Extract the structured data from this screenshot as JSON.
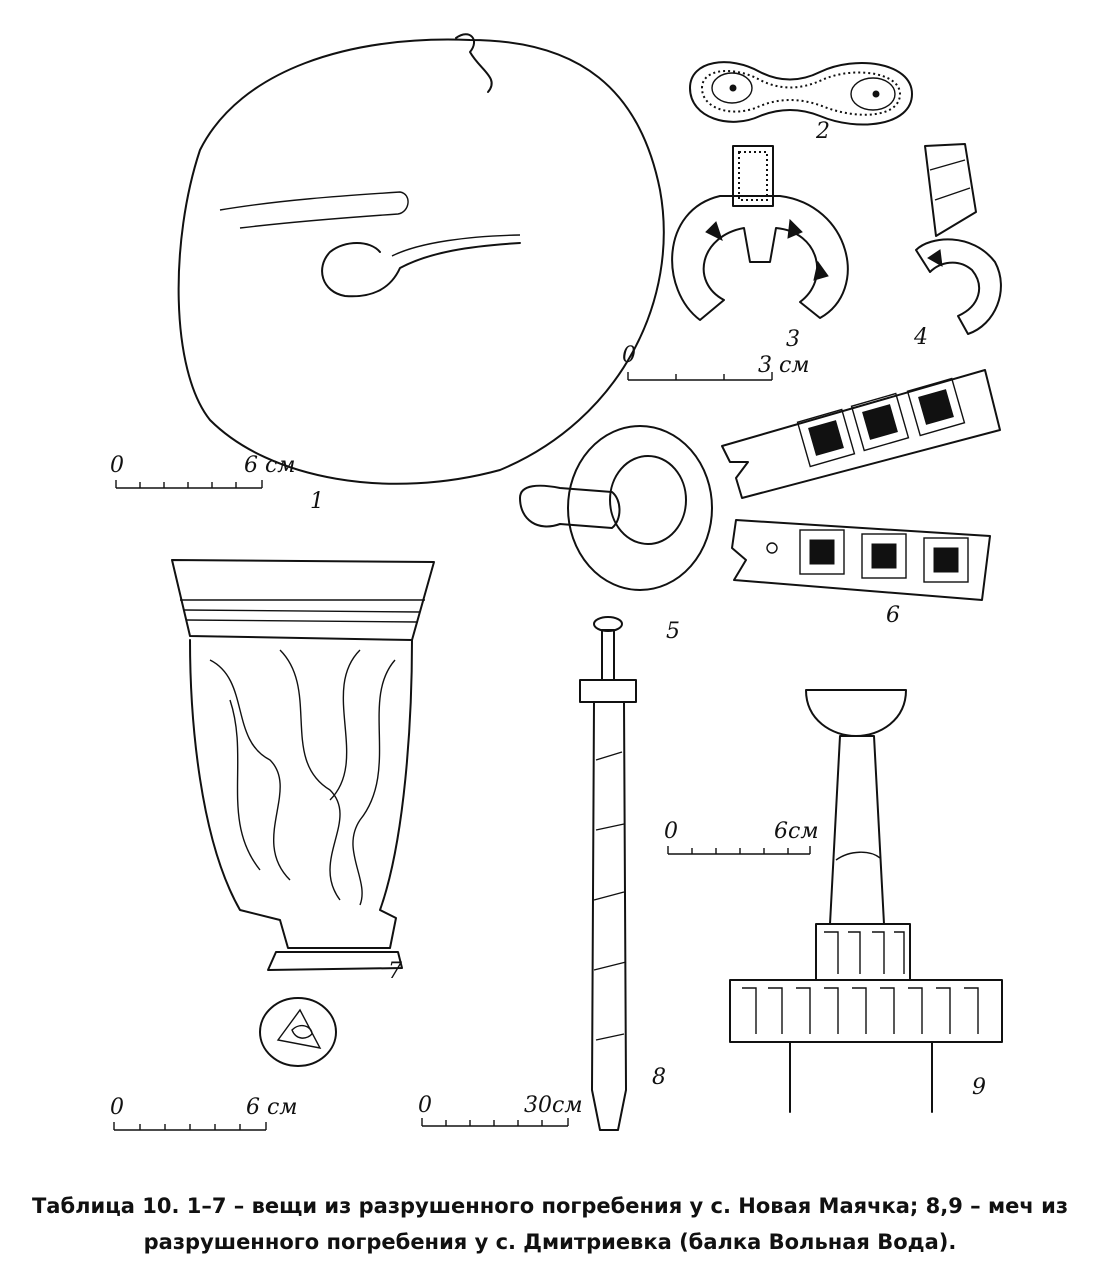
{
  "figures": [
    {
      "label": "1"
    },
    {
      "label": "2"
    },
    {
      "label": "3"
    },
    {
      "label": "4"
    },
    {
      "label": "5"
    },
    {
      "label": "6"
    },
    {
      "label": "7"
    },
    {
      "label": "8"
    },
    {
      "label": "9"
    }
  ],
  "scale_bars": [
    {
      "start": "0",
      "end": "6 см"
    },
    {
      "start": "0",
      "end": "3 см"
    },
    {
      "start": "0",
      "end": "6см"
    },
    {
      "start": "0",
      "end": "6 см"
    },
    {
      "start": "0",
      "end": "30см"
    }
  ],
  "caption": {
    "line1": "Таблица 10. 1–7 – вещи из разрушенного погребения у с. Новая Маячка; 8,9 – меч из",
    "line2": "разрушенного погребения у с. Дмитриевка (балка Вольная Вода)."
  }
}
